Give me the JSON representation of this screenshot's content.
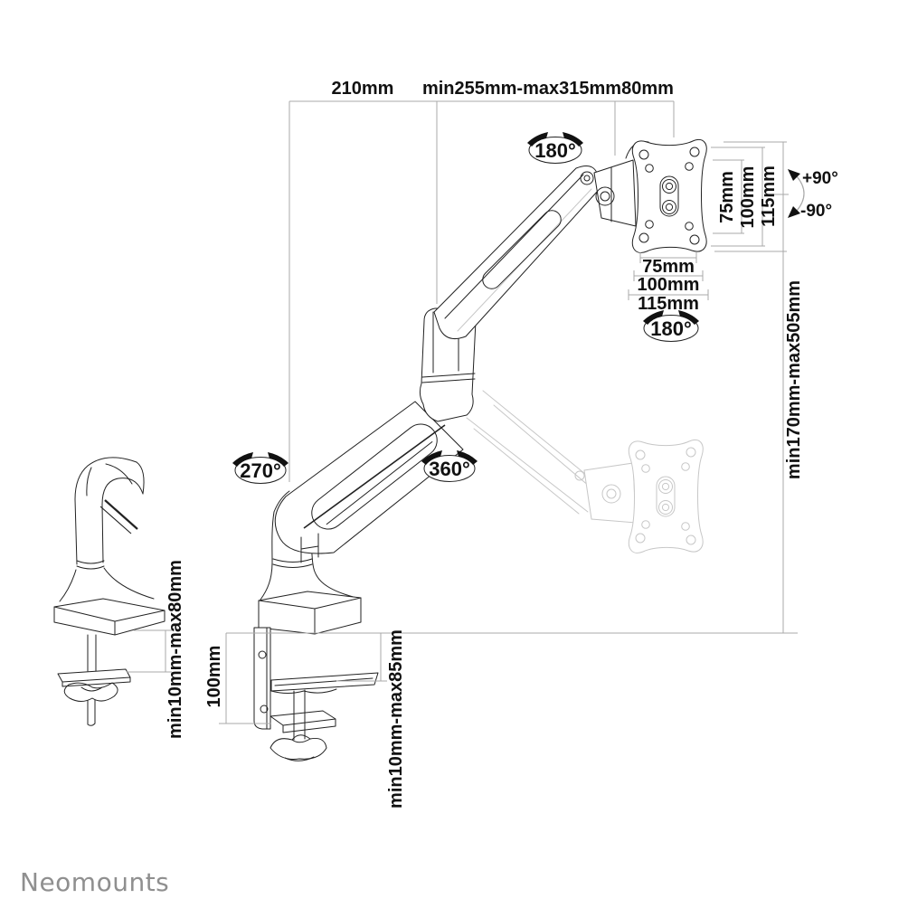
{
  "colors": {
    "background": "#ffffff",
    "drawing_line": "#222222",
    "ghost_line": "#c7c7c7",
    "dimension_line": "#a9a9a9",
    "label_text": "#111111",
    "logo_gray": "#8f8f8f"
  },
  "dimensions": {
    "top": {
      "left": "210mm",
      "middle": "min255mm-max315mm",
      "right": "80mm"
    },
    "vesa_side": {
      "d75": "75mm",
      "d100": "100mm",
      "d115": "115mm"
    },
    "vesa_bottom": {
      "d75": "75mm",
      "d100": "100mm",
      "d115": "115mm"
    },
    "height_range": "min170mm-max505mm",
    "grommet_thickness": "min10mm-max80mm",
    "clamp_height": "100mm",
    "clamp_thickness": "min10mm-max85mm"
  },
  "rotations": {
    "head_swivel": "180°",
    "vesa_rotate": "180°",
    "base_swivel": "270°",
    "arm_rotate": "360°",
    "tilt_up": "+90°",
    "tilt_down": "-90°"
  },
  "brand": {
    "logo_text": "Neomounts"
  }
}
